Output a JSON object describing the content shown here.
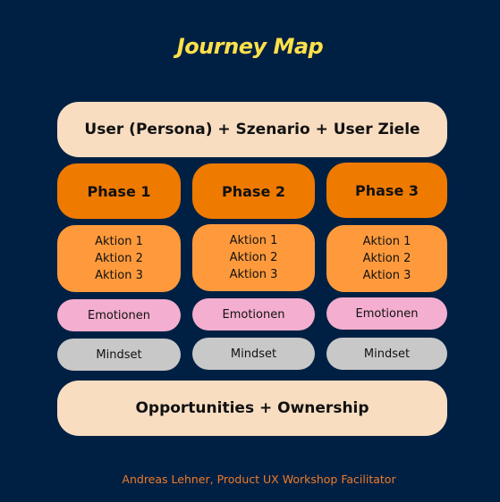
{
  "title": "Journey Map",
  "header": "User (Persona) + Szenario + User Ziele",
  "phases": [
    {
      "label": "Phase 1",
      "actions": [
        "Aktion 1",
        "Aktion 2",
        "Aktion 3"
      ],
      "emotion": "Emotionen",
      "mindset": "Mindset"
    },
    {
      "label": "Phase 2",
      "actions": [
        "Aktion 1",
        "Aktion 2",
        "Aktion 3"
      ],
      "emotion": "Emotionen",
      "mindset": "Mindset"
    },
    {
      "label": "Phase 3",
      "actions": [
        "Aktion 1",
        "Aktion 2",
        "Aktion 3"
      ],
      "emotion": "Emotionen",
      "mindset": "Mindset"
    }
  ],
  "footer": "Opportunities + Ownership",
  "credit": "Andreas Lehner, Product UX Workshop Facilitator",
  "colors": {
    "background": "#002043",
    "title": "#FFE04A",
    "header_footer": "#F8DDC1",
    "phase": "#EE7A00",
    "actions": "#FF9A3C",
    "emotion": "#F4AECF",
    "mindset": "#C8C8C8",
    "credit": "#EE7A2A"
  }
}
